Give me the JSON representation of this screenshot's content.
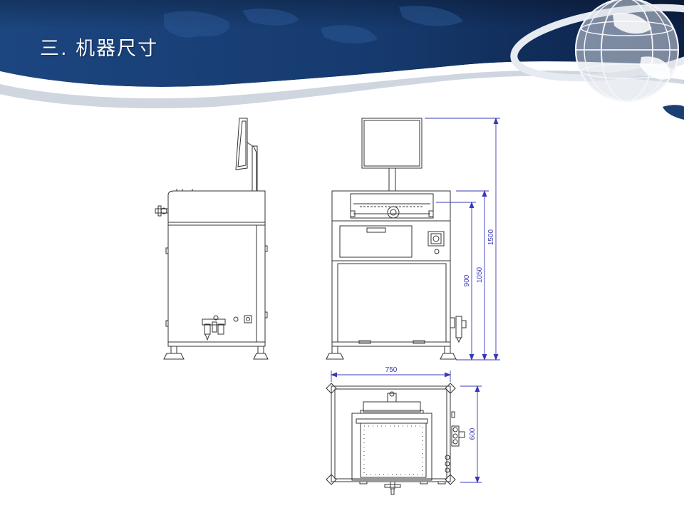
{
  "slide": {
    "title": "三. 机器尺寸"
  },
  "dimensions": {
    "total_height": "1500",
    "body_height": "1050",
    "table_height": "900",
    "width": "750",
    "depth": "600"
  },
  "colors": {
    "header_dark": "#0e2650",
    "header_mid": "#1f4a84",
    "dimension_line": "#3a3ab8",
    "drawing_line": "#333333"
  }
}
